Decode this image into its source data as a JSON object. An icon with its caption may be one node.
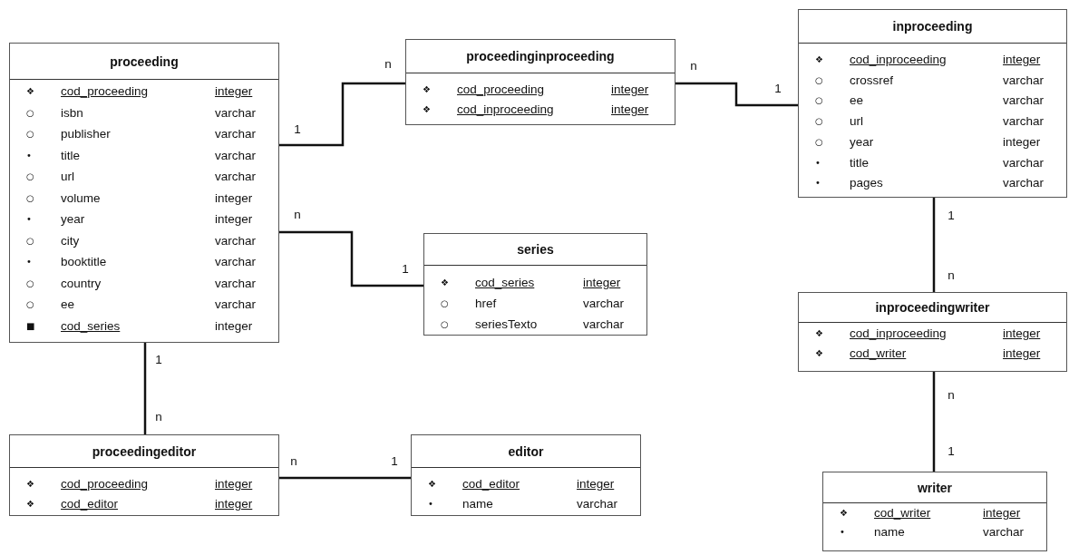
{
  "diagram": {
    "nodes": [
      {
        "text": [
          "proceeding",
          "❖",
          "cod_proceeding",
          "integer",
          "○",
          "isbn",
          "varchar",
          "○",
          "publisher",
          "varchar",
          "•",
          "title",
          "varchar",
          "○",
          "url",
          "varchar",
          "○",
          "volume",
          "integer",
          "•",
          "year",
          "integer",
          "○",
          "city",
          "varchar",
          "•",
          "booktitle",
          "varchar",
          "○",
          "country",
          "varchar",
          "○",
          "ee",
          "varchar",
          "■",
          "cod_series",
          "integer"
        ]
      },
      {
        "text": [
          "proceedinginproceeding",
          "❖",
          "cod_proceeding",
          "integer",
          "❖",
          "cod_inproceeding",
          "integer"
        ]
      },
      {
        "text": [
          "inproceeding",
          "❖",
          "cod_inproceeding",
          "integer",
          "○",
          "crossref",
          "varchar",
          "○",
          "ee",
          "varchar",
          "○",
          "url",
          "varchar",
          "○",
          "year",
          "integer",
          "•",
          "title",
          "varchar",
          "•",
          "pages",
          "varchar"
        ]
      },
      {
        "text": [
          "series",
          "❖",
          "cod_series",
          "integer",
          "○",
          "href",
          "varchar",
          "○",
          "seriesTexto",
          "varchar"
        ]
      },
      {
        "text": [
          "inproceedingwriter",
          "❖",
          "cod_inproceeding",
          "integer",
          "❖",
          "cod_writer",
          "integer"
        ]
      },
      {
        "text": [
          "proceedingeditor",
          "❖",
          "cod_proceeding",
          "integer",
          "❖",
          "cod_editor",
          "integer"
        ]
      },
      {
        "text": [
          "editor",
          "❖",
          "cod_editor",
          "integer",
          "•",
          "name",
          "varchar"
        ]
      },
      {
        "text": [
          "writer",
          "❖",
          "cod_writer",
          "integer",
          "•",
          "name",
          "varchar"
        ]
      }
    ],
    "edges": [
      {
        "from": 0,
        "to": 1,
        "arrow": "none"
      },
      {
        "from": 1,
        "to": 2,
        "arrow": "none"
      },
      {
        "from": 0,
        "to": 3,
        "arrow": "none"
      },
      {
        "from": 0,
        "to": 5,
        "arrow": "none"
      },
      {
        "from": 5,
        "to": 6,
        "arrow": "none"
      },
      {
        "from": 2,
        "to": 4,
        "arrow": "none"
      },
      {
        "from": 4,
        "to": 7,
        "arrow": "none"
      }
    ],
    "labels": [
      "n",
      "n",
      "1",
      "1",
      "n",
      "1",
      "1",
      "n",
      "1",
      "n",
      "n",
      "1",
      "n",
      "1"
    ]
  }
}
